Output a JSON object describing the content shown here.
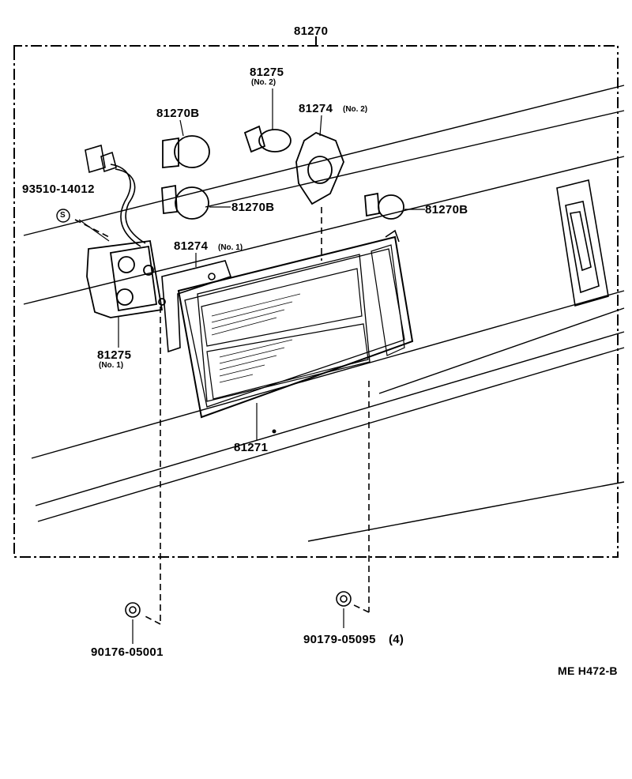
{
  "labels": {
    "assembly": "81270",
    "socket_no2": "81275",
    "socket_no2_sub": "(No. 2)",
    "bulb_top": "81270B",
    "gasket_no2": "81274",
    "gasket_no2_sub": "(No. 2)",
    "wire_harness": "93510-14012",
    "s_mark": "S",
    "bulb_middle": "81270B",
    "bulb_right": "81270B",
    "gasket_no1": "81274",
    "gasket_no1_sub": "(No. 1)",
    "socket_no1": "81275",
    "socket_no1_sub": "(No. 1)",
    "lens": "81271",
    "screw_left": "90176-05001",
    "screw_right": "90179-05095",
    "screw_right_qty": "(4)",
    "drawing_code": "ME H472-B"
  },
  "colors": {
    "line": "#000000",
    "background": "#ffffff"
  }
}
